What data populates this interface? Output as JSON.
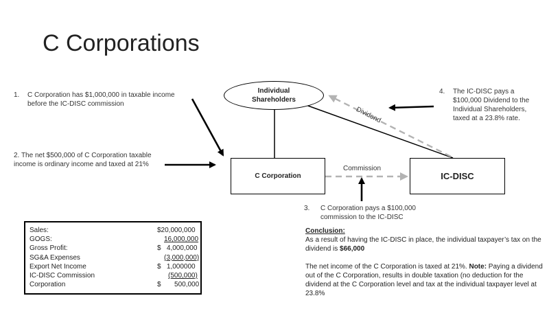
{
  "slide": {
    "title": "C Corporations"
  },
  "notes": {
    "note1": {
      "num": "1.",
      "text": "C Corporation has $1,000,000 in taxable income before the IC-DISC commission"
    },
    "note2": {
      "text": "2.  The net $500,000 of C Corporation taxable income is ordinary income and taxed at 21%"
    },
    "note3": {
      "num": "3.",
      "text": "C Corporation pays a $100,000 commission  to the IC-DISC"
    },
    "note4": {
      "num": "4.",
      "text": "The IC-DISC pays a $100,000 Dividend  to the Individual Shareholders, taxed at a 23.8% rate."
    }
  },
  "diagram": {
    "shareholders_line1": "Individual",
    "shareholders_line2": "Shareholders",
    "c_corp": "C Corporation",
    "icdisc": "IC-DISC",
    "commission_label": "Commission",
    "dividend_label": "Dividend"
  },
  "financials": [
    {
      "label": "Sales:",
      "value": "$20,000,000"
    },
    {
      "label": "GOGS:",
      "value": "16,000,000"
    },
    {
      "label": "Gross Profit:",
      "value": "$   4,000,000"
    },
    {
      "label": "SG&A Expenses",
      "value": "(3,000,000)"
    },
    {
      "label": "Export Net Income",
      "value": "$   1,000000"
    },
    {
      "label": "IC-DISC Commission",
      "value": "(500,000)"
    },
    {
      "label": "Corporation",
      "value": "$       500,000"
    }
  ],
  "conclusion": {
    "heading": "Conclusion:",
    "para1_prefix": "As a result of having the IC-DISC in place, the individual taxpayer’s  tax on the dividend  is ",
    "para1_bold": "$66,000",
    "para2_prefix": "The net income of the C Corporation is taxed at 21%.  ",
    "para2_bold": "Note:",
    "para2_rest": "  Paying a dividend out of the C Corporation, results in double taxation (no deduction for the dividend at the C Corporation level and tax at the individual taxpayer level at 23.8%"
  },
  "colors": {
    "dashed_arrow": "#b3b3b3",
    "solid_line": "#000000"
  }
}
